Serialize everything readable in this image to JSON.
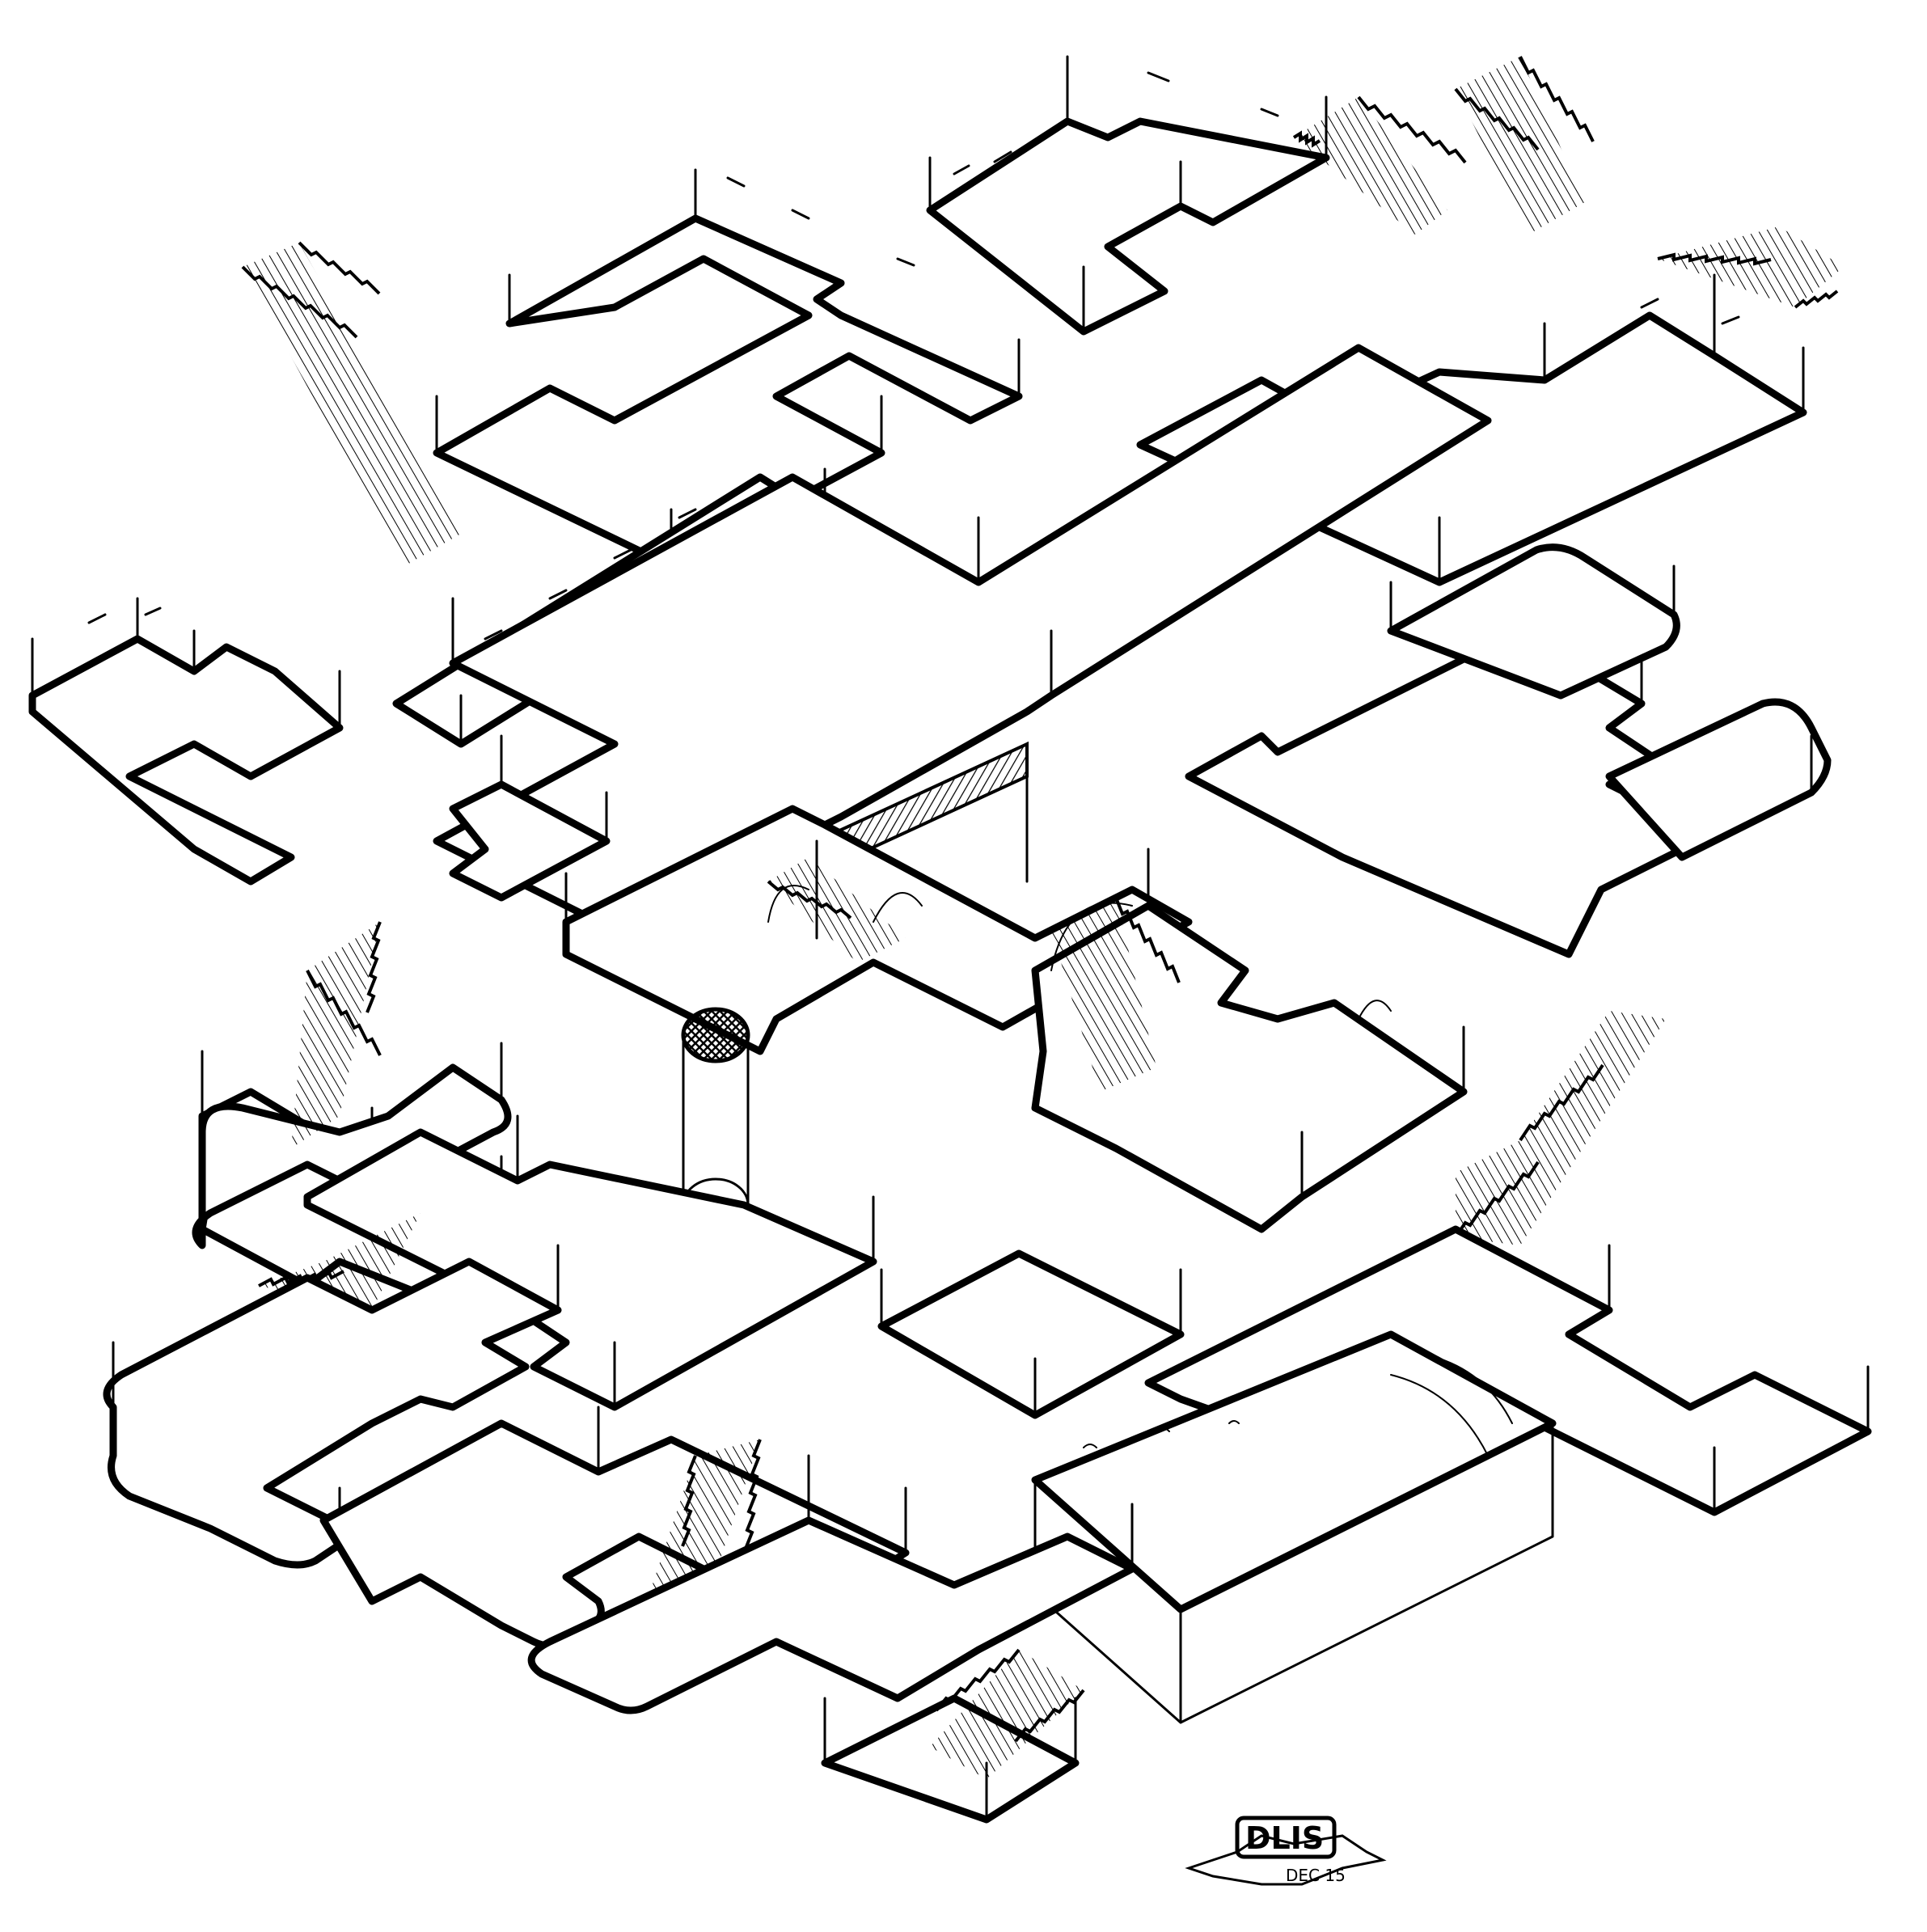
{
  "map": {
    "style": "isometric hand-inked dungeon map",
    "colors": {
      "ink": "#000000",
      "paper": "#ffffff"
    }
  },
  "signature": {
    "initials": "DLIS",
    "date": "DEC 15"
  }
}
